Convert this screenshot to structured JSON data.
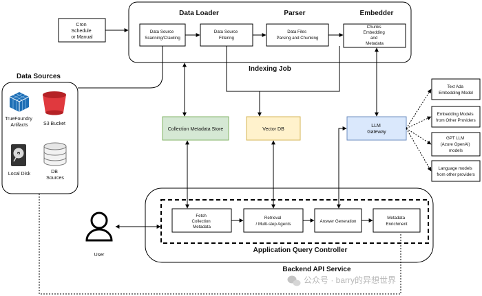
{
  "data_sources": {
    "title": "Data Sources",
    "items": [
      {
        "label": [
          "TrueFoundry",
          "Artifacts"
        ],
        "icon": "cube-stack-icon",
        "color": "#1f6fb5"
      },
      {
        "label": [
          "S3 Bucket"
        ],
        "icon": "bucket-icon",
        "color": "#e0393e"
      },
      {
        "label": [
          "Local Disk"
        ],
        "icon": "hard-disk-icon",
        "color": "#333333"
      },
      {
        "label": [
          "DB",
          "Sources"
        ],
        "icon": "database-icon",
        "color": "#8a8a8a"
      }
    ]
  },
  "cron": {
    "label": [
      "Cron",
      "Schedule",
      "or Manual"
    ]
  },
  "indexing_job": {
    "title": "Indexing Job",
    "stage_titles": [
      "Data Loader",
      "Parser",
      "Embedder"
    ],
    "steps": [
      [
        "Data Source",
        "Scanning/Crawling"
      ],
      [
        "Data Source",
        "Filtering"
      ],
      [
        "Data Files",
        "Parsing and Chunking"
      ],
      [
        "Chunks",
        "Embedding",
        "and",
        "Metadata"
      ]
    ]
  },
  "stores": {
    "collection_metadata": "Collection Metadata Store",
    "vector_db": "Vector DB",
    "llm_gateway": [
      "LLM",
      "Gateway"
    ]
  },
  "providers": [
    [
      "Text Ada",
      "Embedding Model"
    ],
    [
      "Embedding Models",
      "from Other Providers"
    ],
    [
      "GPT LLM",
      "(Azure OpenAI)",
      "models"
    ],
    [
      "Language models",
      "from other providers"
    ]
  ],
  "backend": {
    "title": "Backend API Service",
    "controller_title": "Application Query Controller",
    "steps": [
      [
        "Fetch",
        "Collection",
        "Metadata"
      ],
      [
        "Retrieval",
        "/ Multi-step Agents"
      ],
      [
        "Answer Generation"
      ],
      [
        "Metadata",
        "Enrichment"
      ]
    ]
  },
  "user": {
    "label": "User",
    "icon": "user-icon"
  },
  "watermark": {
    "text": "公众号 · barry的异想世界",
    "icon": "wechat-icon"
  },
  "colors": {
    "collection_store_fill": "#d5e8d4",
    "collection_store_stroke": "#82b366",
    "vector_db_fill": "#fff2cc",
    "vector_db_stroke": "#d6b656",
    "llm_gateway_fill": "#dae8fc",
    "llm_gateway_stroke": "#6c8ebf"
  }
}
